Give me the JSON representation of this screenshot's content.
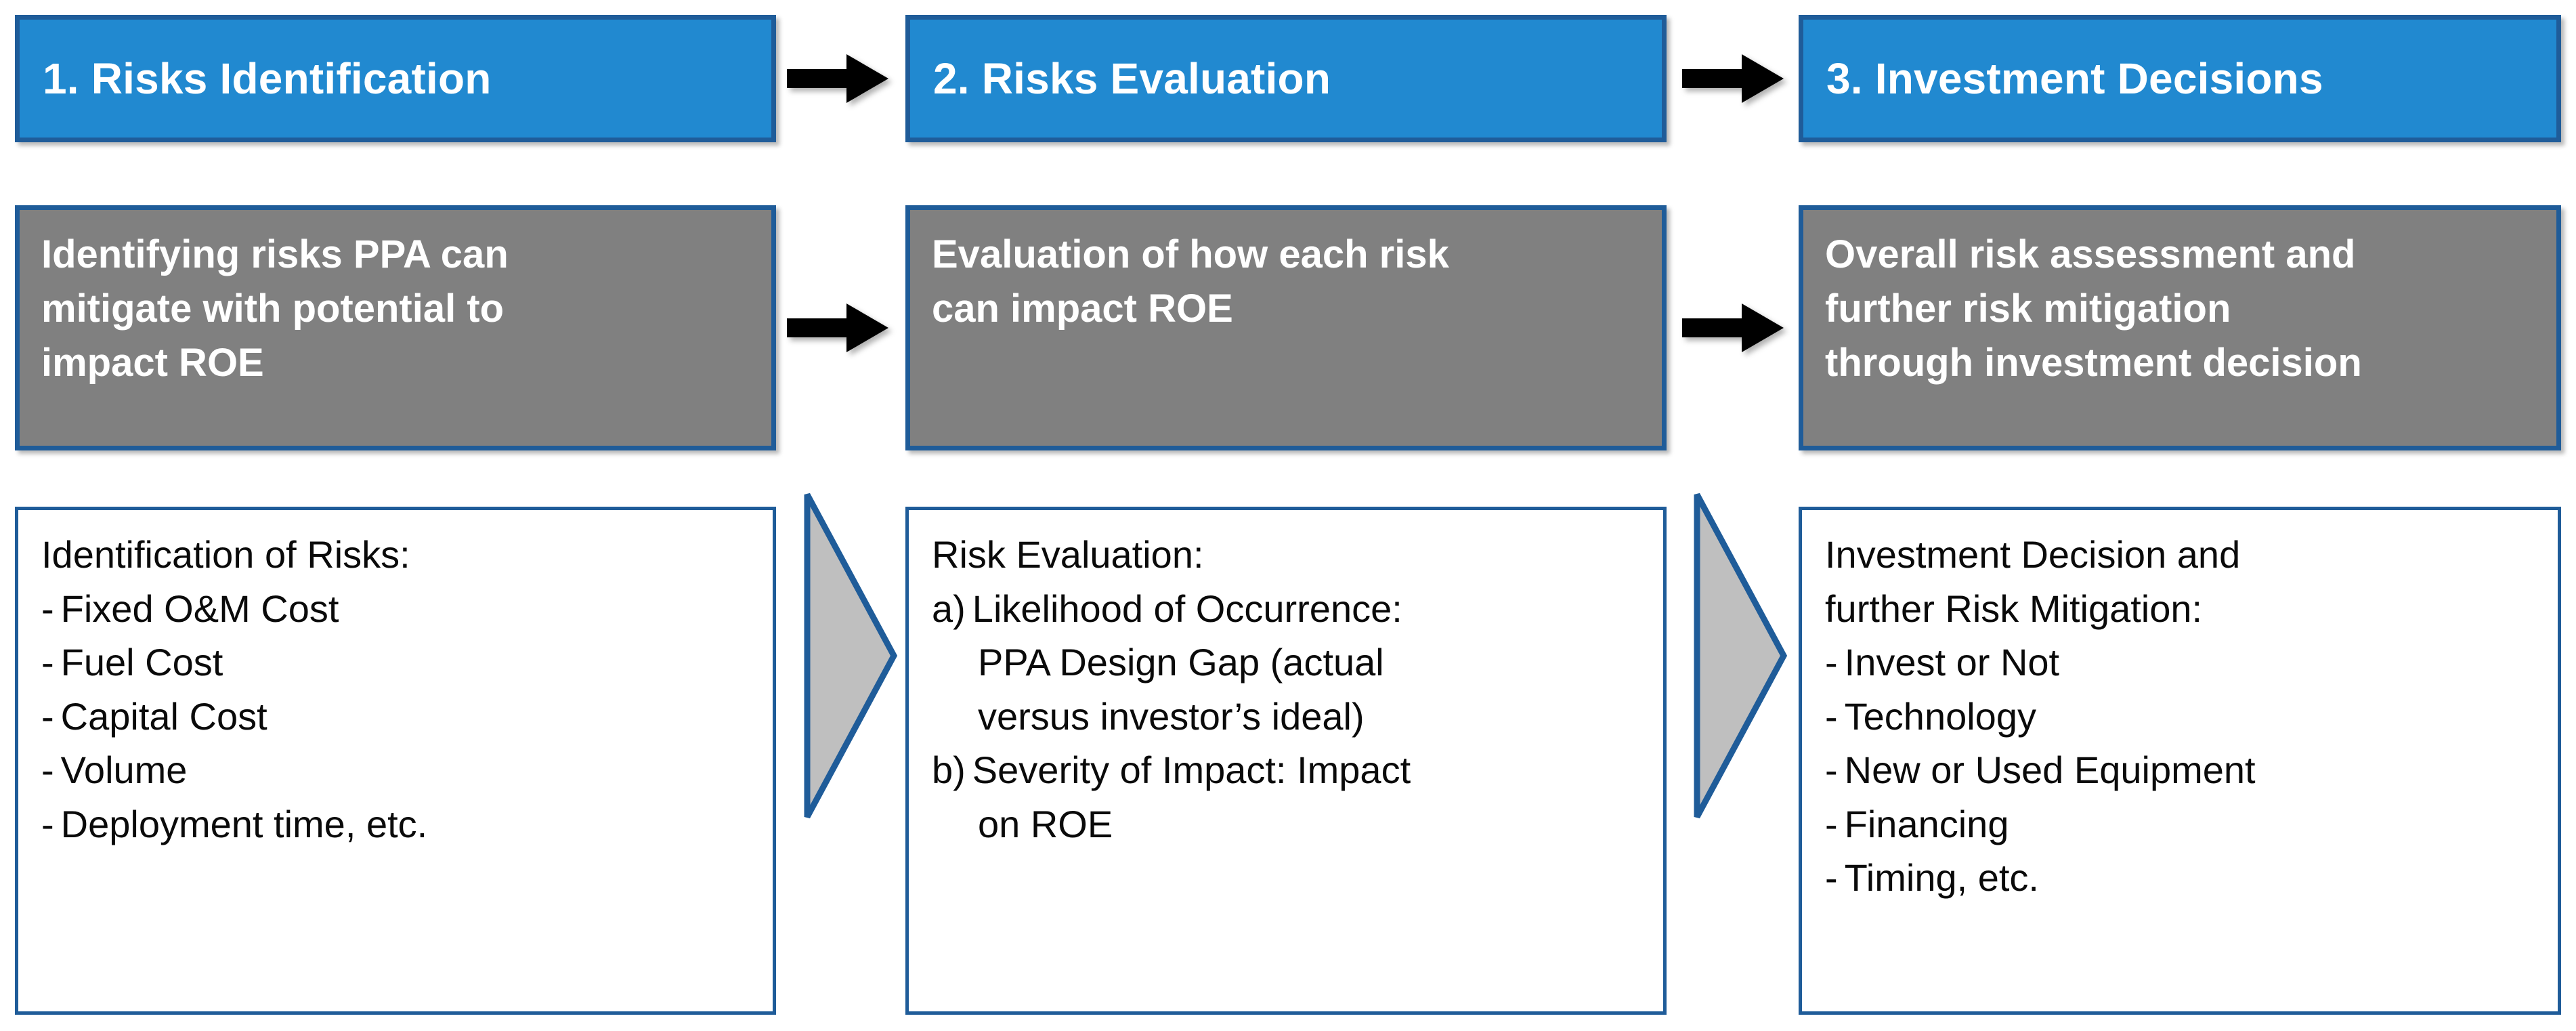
{
  "theme": {
    "accent_blue": "#2189d0",
    "border_blue": "#1f5c99",
    "gray_fill": "#808080",
    "arrow_black": "#000000",
    "text_white": "#ffffff",
    "text_black": "#0a0a0a",
    "chevron_fill": "#bfbfbf"
  },
  "columns": [
    {
      "step": {
        "label": "1. Risks Identification"
      },
      "description": {
        "lines": [
          "Identifying risks PPA can",
          "mitigate with potential to",
          "impact ROE"
        ]
      },
      "detail": {
        "heading": "Identification of Risks:",
        "items": [
          {
            "marker": "-",
            "text": "Fixed O&M Cost"
          },
          {
            "marker": "-",
            "text": "Fuel Cost"
          },
          {
            "marker": "-",
            "text": "Capital Cost"
          },
          {
            "marker": "-",
            "text": "Volume"
          },
          {
            "marker": "-",
            "text": "Deployment time, etc."
          }
        ]
      }
    },
    {
      "step": {
        "label": "2. Risks Evaluation"
      },
      "description": {
        "lines": [
          "Evaluation of how each risk",
          "can impact ROE"
        ]
      },
      "detail": {
        "heading": "Risk Evaluation:",
        "items": [
          {
            "marker": "a)",
            "text": "Likelihood of Occurrence:"
          },
          {
            "marker": "",
            "text": "PPA Design Gap (actual"
          },
          {
            "marker": "",
            "text": "versus investor’s ideal)"
          },
          {
            "marker": "b)",
            "text": "Severity of Impact: Impact"
          },
          {
            "marker": "",
            "text": "on ROE"
          }
        ]
      }
    },
    {
      "step": {
        "label": "3.  Investment Decisions"
      },
      "description": {
        "lines": [
          "Overall risk assessment and",
          "further risk mitigation",
          "through investment decision"
        ]
      },
      "detail": {
        "heading_lines": [
          "Investment Decision and",
          "further Risk Mitigation:"
        ],
        "items": [
          {
            "marker": "-",
            "text": "Invest or Not"
          },
          {
            "marker": "-",
            "text": "Technology"
          },
          {
            "marker": "-",
            "text": "New or Used Equipment"
          },
          {
            "marker": "-",
            "text": "Financing"
          },
          {
            "marker": "-",
            "text": "Timing, etc."
          }
        ]
      }
    }
  ],
  "connectors": {
    "step_arrows": [
      {
        "name": "arrow-step-1-to-2",
        "icon": "right-arrow-icon"
      },
      {
        "name": "arrow-step-2-to-3",
        "icon": "right-arrow-icon"
      }
    ],
    "desc_arrows": [
      {
        "name": "arrow-desc-1-to-2",
        "icon": "right-arrow-icon"
      },
      {
        "name": "arrow-desc-2-to-3",
        "icon": "right-arrow-icon"
      }
    ],
    "chevrons": [
      {
        "name": "chevron-detail-1-to-2",
        "icon": "right-chevron-icon"
      },
      {
        "name": "chevron-detail-2-to-3",
        "icon": "right-chevron-icon"
      }
    ]
  }
}
